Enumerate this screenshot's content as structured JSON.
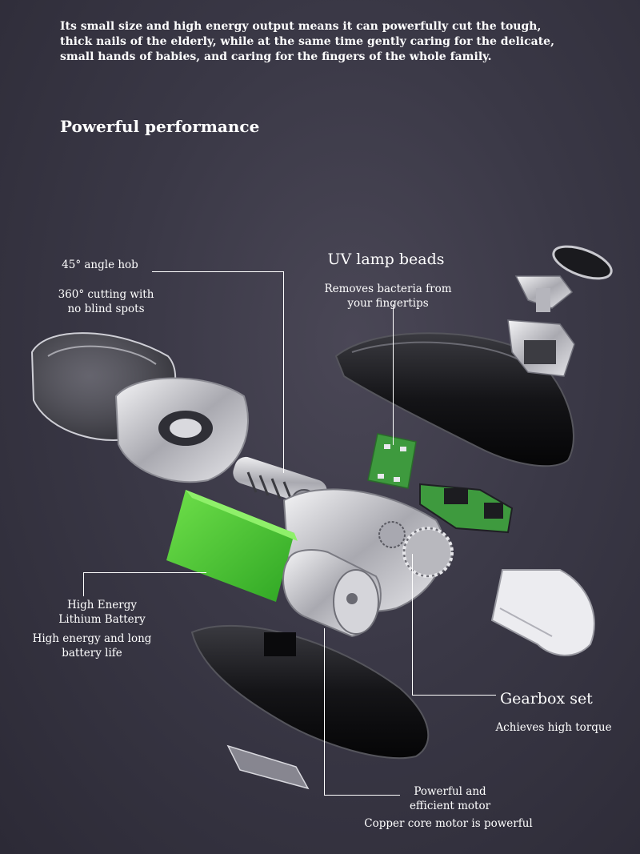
{
  "intro_text": "Its small size and high energy output means it can powerfully cut the tough, thick nails of the elderly, while at the same time gently caring for the  delicate, small hands of babies, and caring for the fingers of the whole family.",
  "section_heading": "Powerful performance",
  "callouts": {
    "hob_title": "45° angle hob",
    "hob_desc_1": "360° cutting with",
    "hob_desc_2": "no blind spots",
    "uv_title": "UV lamp beads",
    "uv_desc_1": "Removes bacteria from",
    "uv_desc_2": "your fingertips",
    "battery_title_1": "High Energy",
    "battery_title_2": "Lithium Battery",
    "battery_desc_1": "High energy and long",
    "battery_desc_2": "battery life",
    "gearbox_title": "Gearbox set",
    "gearbox_desc": "Achieves high torque",
    "motor_title_1": "Powerful and",
    "motor_title_2": "efficient motor",
    "motor_desc": "Copper core motor is powerful"
  },
  "colors": {
    "battery_green": "#4fcf3a",
    "pcb_green": "#3e9a3e",
    "shell_black": "#151518",
    "metal_silver": "#c9c9cf"
  }
}
